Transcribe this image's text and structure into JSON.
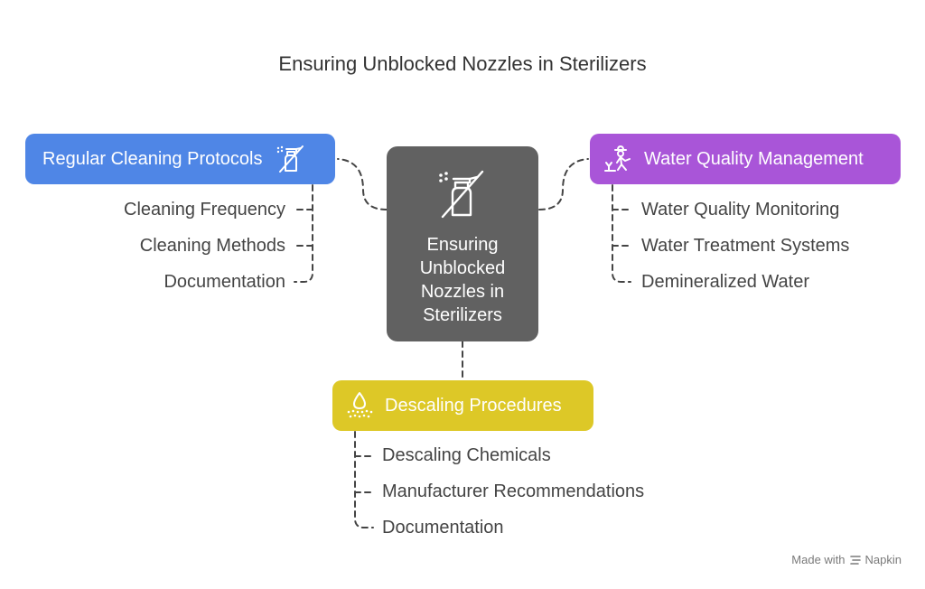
{
  "title": "Ensuring Unblocked Nozzles in Sterilizers",
  "center": {
    "label": "Ensuring Unblocked Nozzles in Sterilizers",
    "icon": "spray-bottle-blocked-icon"
  },
  "branches": {
    "cleaning": {
      "label": "Regular Cleaning Protocols",
      "icon": "spray-bottle-slash-icon",
      "color": "#4f86e6",
      "items": [
        "Cleaning Frequency",
        "Cleaning Methods",
        "Documentation"
      ]
    },
    "water": {
      "label": "Water Quality Management",
      "icon": "farmer-watering-icon",
      "color": "#a955d8",
      "items": [
        "Water Quality Monitoring",
        "Water Treatment Systems",
        "Demineralized Water"
      ]
    },
    "descaling": {
      "label": "Descaling Procedures",
      "icon": "droplet-spray-icon",
      "color": "#ddc827",
      "items": [
        "Descaling Chemicals",
        "Manufacturer Recommendations",
        "Documentation"
      ]
    }
  },
  "footer": {
    "made_with": "Made with",
    "brand": "Napkin"
  },
  "colors": {
    "center": "#616161",
    "connector": "#444444"
  }
}
